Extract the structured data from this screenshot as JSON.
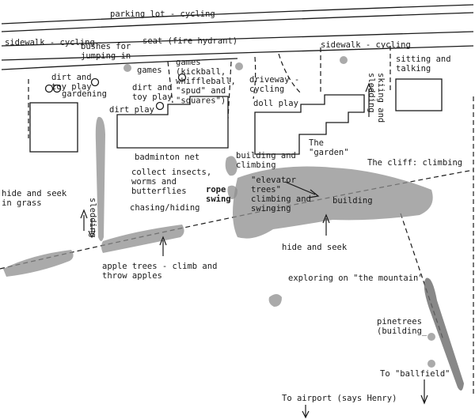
{
  "labels": {
    "parking_lot": "parking lot - cycling",
    "sidewalk_left": "sidewalk - cycling",
    "bushes": "bushes for\njumping in",
    "seat": "seat (fire hydrant)",
    "sidewalk_right": "sidewalk - cycling",
    "sitting": "sitting and\ntalking",
    "dirt_toy_1": "dirt and\ntoy play",
    "gardening": "gardening",
    "games_1": "games",
    "games_2": "games\n(kickball,\nwhiffleball,\n\"spud\" and\n\"squares\")",
    "dirt_toy_2": "dirt and\ntoy play",
    "dirt_play": "dirt play",
    "driveway": "driveway -\ncycling",
    "doll_play": "doll play",
    "skiing": "skiing and\nsledding",
    "the_garden": "The\n\"garden\"",
    "badminton": "badminton net",
    "building_climbing": "building and\nclimbing",
    "cliff": "The cliff:  climbing",
    "collect": "collect insects,\nworms and\nbutterflies",
    "rope_swing": "rope\nswing",
    "elevator": "\"elevator\ntrees\"\nclimbing and\nswinging",
    "building": "building",
    "hide_grass": "hide and seek\nin grass",
    "sledding": "sledding",
    "chasing": "chasing/hiding",
    "hide_seek": "hide and seek",
    "apple": "apple trees - climb and\nthrow apples",
    "exploring": "exploring on \"the mountain\"",
    "pinetrees": "pinetrees\n(building_",
    "ballfield": "To \"ballfield\"",
    "airport": "To airport (says Henry)"
  }
}
